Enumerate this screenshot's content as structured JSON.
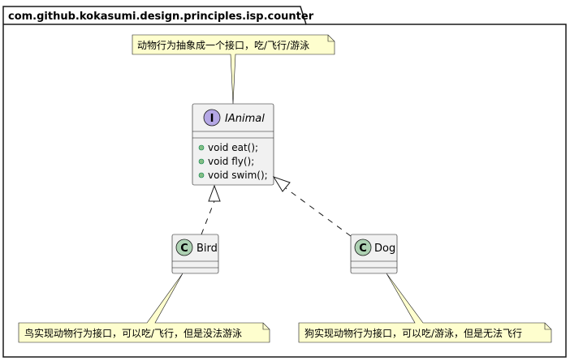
{
  "package": {
    "name": "com.github.kokasumi.design.principles.isp.counter"
  },
  "interface": {
    "name": "IAnimal",
    "stereotype_letter": "I",
    "methods": [
      "void eat();",
      "void fly();",
      "void swim();"
    ]
  },
  "classes": {
    "bird": {
      "name": "Bird",
      "stereotype_letter": "C"
    },
    "dog": {
      "name": "Dog",
      "stereotype_letter": "C"
    }
  },
  "notes": {
    "interface_note": "动物行为抽象成一个接口，吃/飞行/游泳",
    "bird_note": "鸟实现动物行为接口，可以吃/飞行，但是没法游泳",
    "dog_note": "狗实现动物行为接口，可以吃/游泳，但是无法飞行"
  },
  "colors": {
    "class_fill": "#f1f1f1",
    "note_fill": "#fefece",
    "interface_badge": "#b4a7e5",
    "class_badge": "#add1b2",
    "method_dot": "#84be84",
    "border": "#181818"
  }
}
